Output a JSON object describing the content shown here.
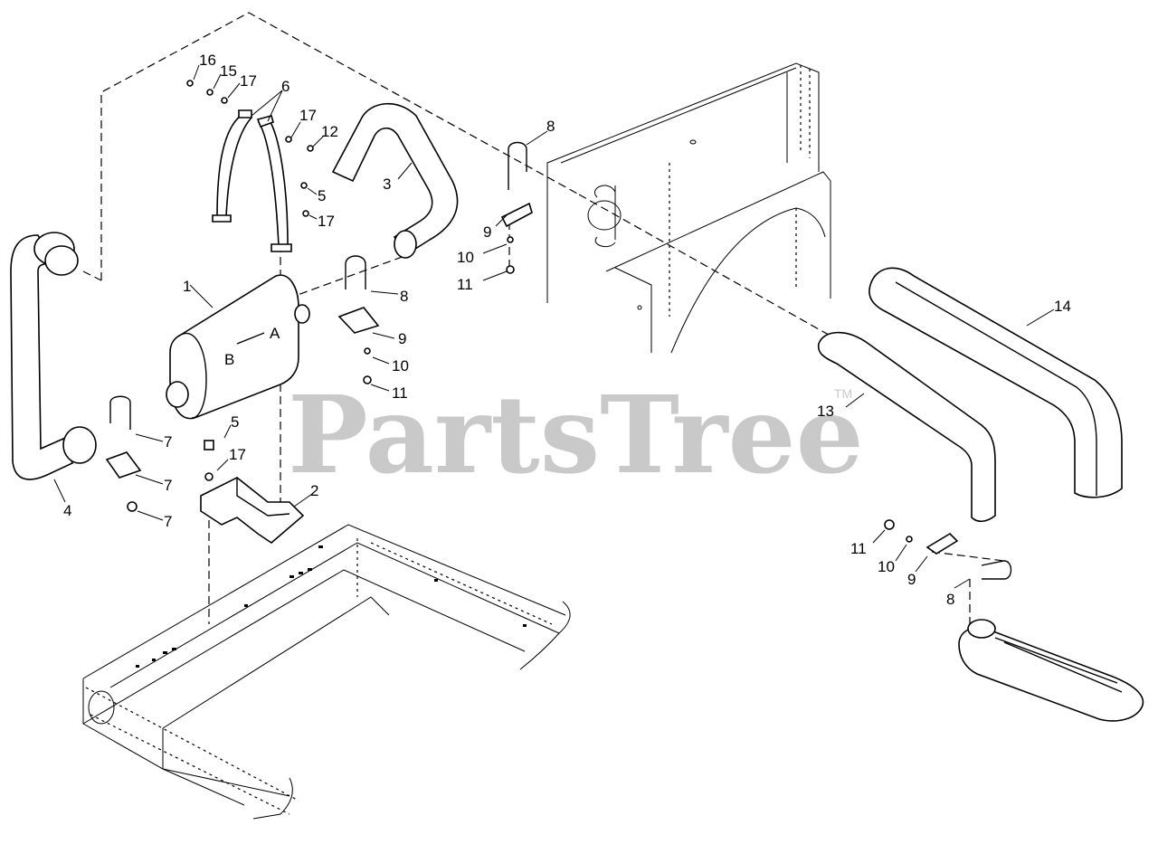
{
  "watermark": {
    "text": "PartsTree",
    "trademark": "TM"
  },
  "muffler_labels": {
    "a": "A",
    "b": "B"
  },
  "callouts": [
    {
      "id": "c16",
      "text": "16"
    },
    {
      "id": "c15",
      "text": "15"
    },
    {
      "id": "c17a",
      "text": "17"
    },
    {
      "id": "c6",
      "text": "6"
    },
    {
      "id": "c17b",
      "text": "17"
    },
    {
      "id": "c12",
      "text": "12"
    },
    {
      "id": "c5a",
      "text": "5"
    },
    {
      "id": "c17c",
      "text": "17"
    },
    {
      "id": "c3",
      "text": "3"
    },
    {
      "id": "c8a",
      "text": "8"
    },
    {
      "id": "c9a",
      "text": "9"
    },
    {
      "id": "c10a",
      "text": "10"
    },
    {
      "id": "c11a",
      "text": "11"
    },
    {
      "id": "c1",
      "text": "1"
    },
    {
      "id": "c8b",
      "text": "8"
    },
    {
      "id": "c9b",
      "text": "9"
    },
    {
      "id": "c10b",
      "text": "10"
    },
    {
      "id": "c11b",
      "text": "11"
    },
    {
      "id": "c14",
      "text": "14"
    },
    {
      "id": "c13",
      "text": "13"
    },
    {
      "id": "c7a",
      "text": "7"
    },
    {
      "id": "c7b",
      "text": "7"
    },
    {
      "id": "c7c",
      "text": "7"
    },
    {
      "id": "c4",
      "text": "4"
    },
    {
      "id": "c5b",
      "text": "5"
    },
    {
      "id": "c17d",
      "text": "17"
    },
    {
      "id": "c2",
      "text": "2"
    },
    {
      "id": "c11c",
      "text": "11"
    },
    {
      "id": "c10c",
      "text": "10"
    },
    {
      "id": "c9c",
      "text": "9"
    },
    {
      "id": "c8c",
      "text": "8"
    }
  ]
}
